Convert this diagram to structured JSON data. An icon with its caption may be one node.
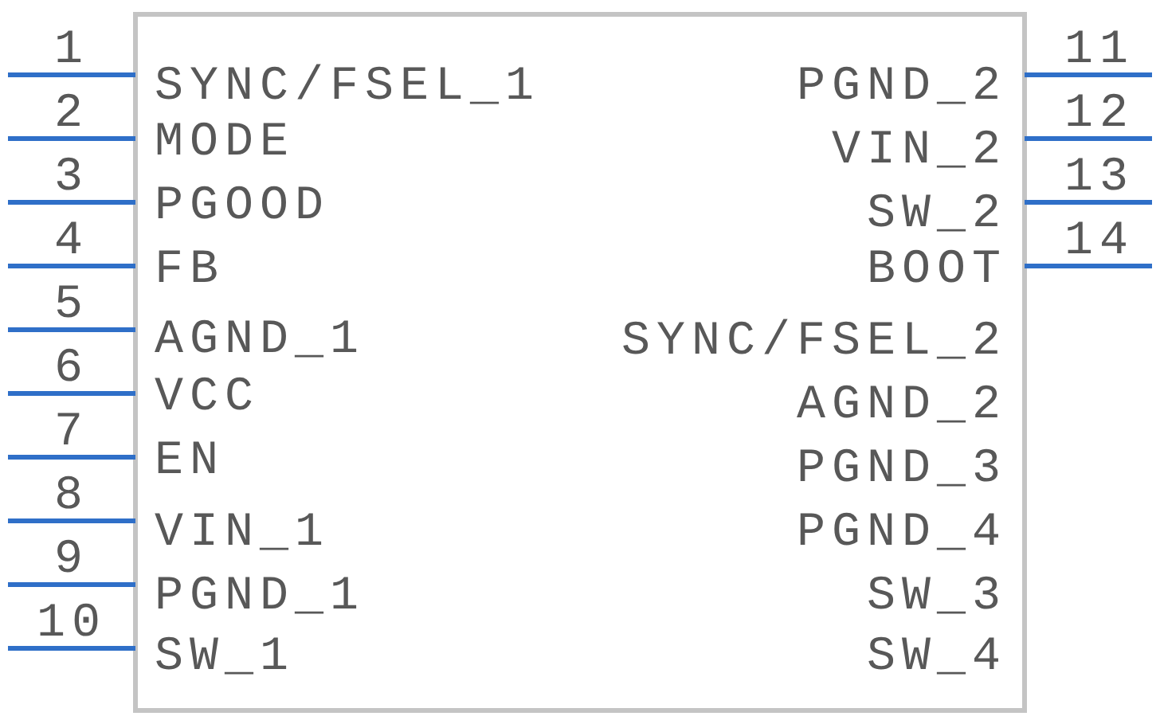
{
  "diagram": {
    "labels": [
      "1",
      "SYNC/FSEL_1",
      "2",
      "MODE",
      "3",
      "PGOOD",
      "4",
      "FB",
      "5",
      "AGND_1",
      "6",
      "VCC",
      "7",
      "EN",
      "8",
      "VIN_1",
      "9",
      "PGND_1",
      "10",
      "SW_1",
      "11",
      "PGND_2",
      "12",
      "VIN_2",
      "13",
      "SW_2",
      "14",
      "BOOT",
      "SYNC/FSEL_2",
      "AGND_2",
      "PGND_3",
      "PGND_4",
      "SW_3",
      "SW_4"
    ]
  }
}
